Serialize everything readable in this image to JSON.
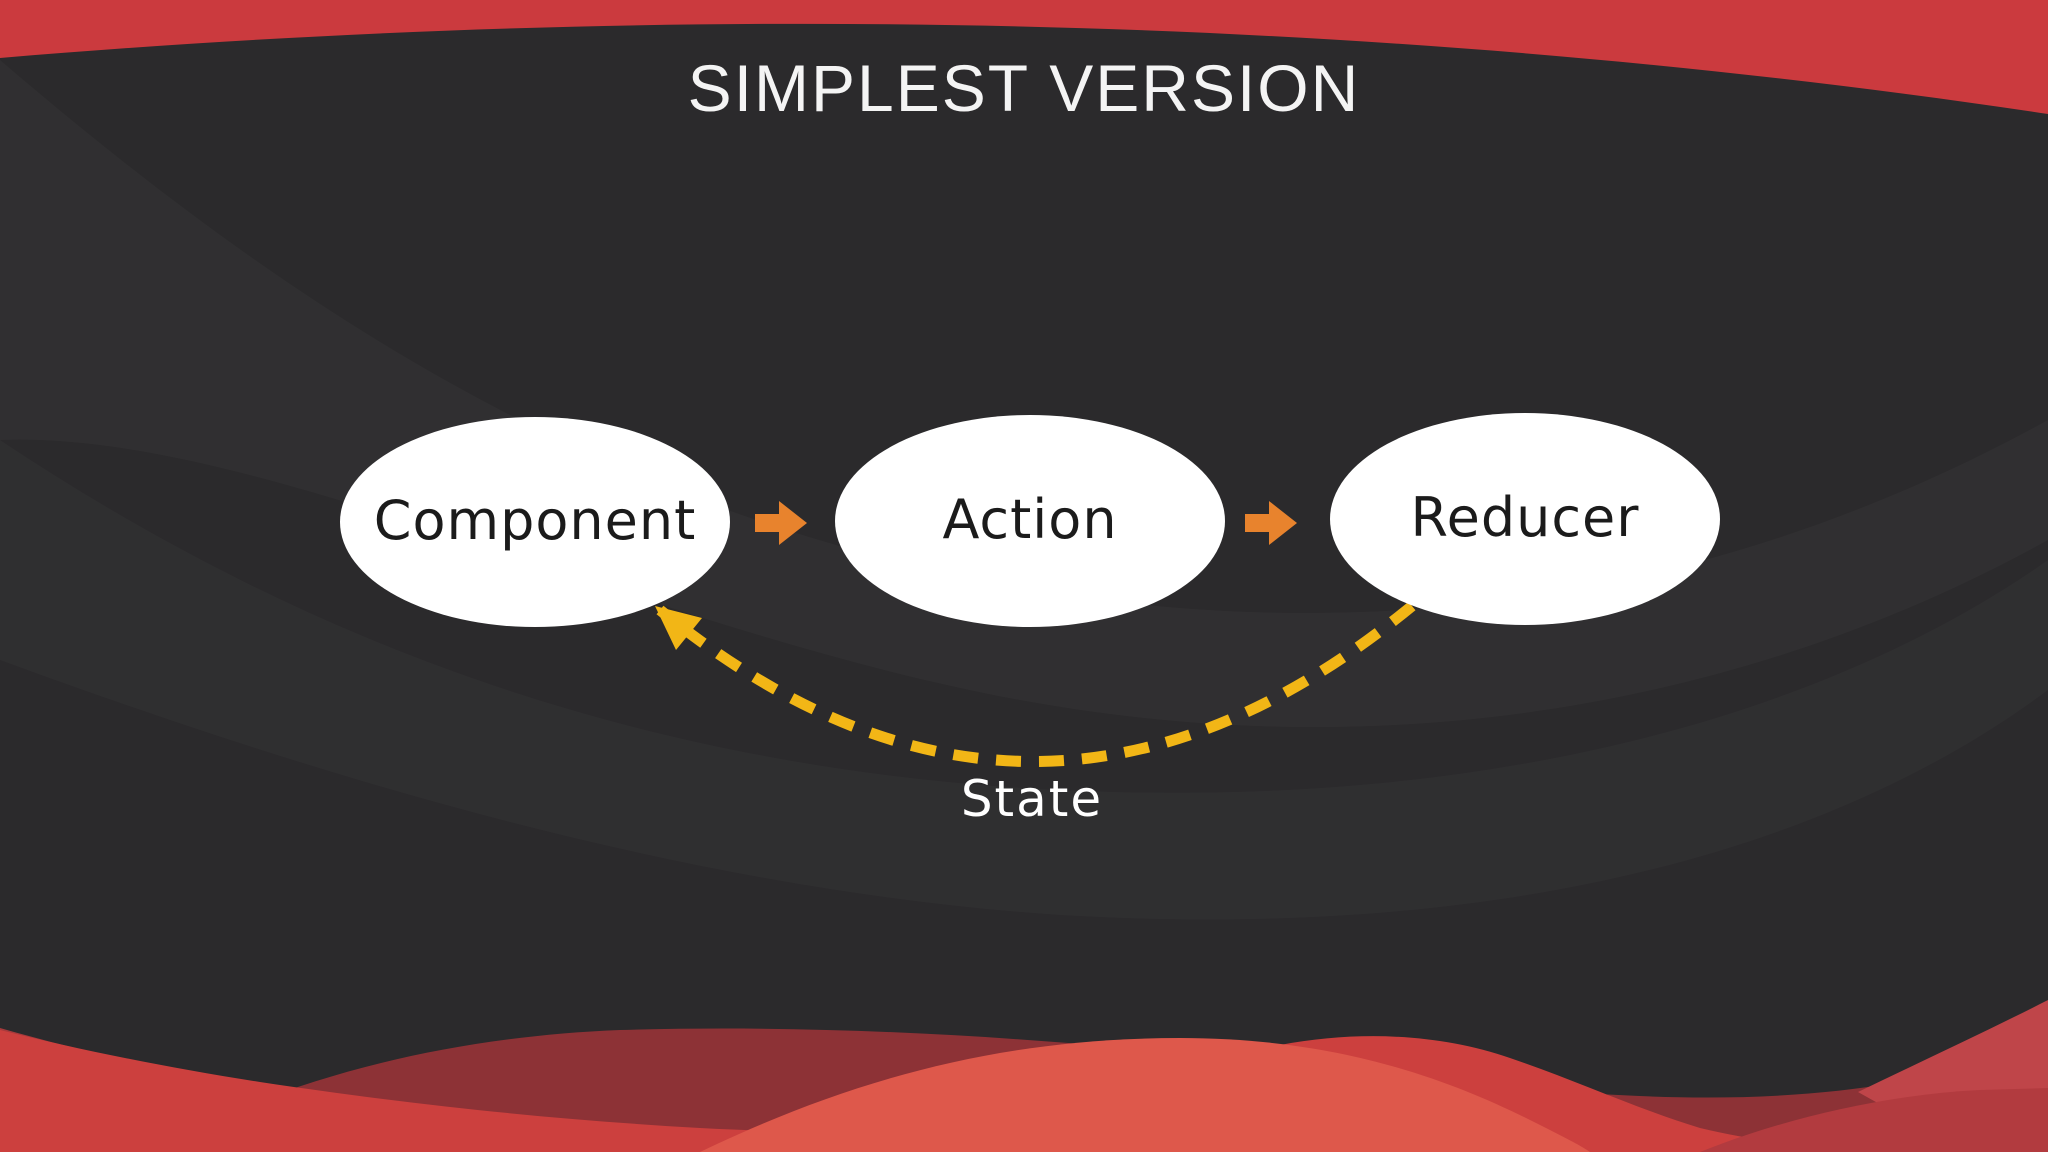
{
  "title": "SIMPLEST VERSION",
  "diagram": {
    "type": "flow",
    "nodes": [
      {
        "id": "component",
        "label": "Component",
        "shape": "ellipse",
        "fill": "#ffffff",
        "text_color": "#1b1b1b"
      },
      {
        "id": "action",
        "label": "Action",
        "shape": "ellipse",
        "fill": "#ffffff",
        "text_color": "#1b1b1b"
      },
      {
        "id": "reducer",
        "label": "Reducer",
        "shape": "ellipse",
        "fill": "#ffffff",
        "text_color": "#1b1b1b"
      }
    ],
    "edges": [
      {
        "from": "component",
        "to": "action",
        "style": "solid-block-arrow",
        "color": "#e8832d"
      },
      {
        "from": "action",
        "to": "reducer",
        "style": "solid-block-arrow",
        "color": "#e8832d"
      },
      {
        "from": "reducer",
        "to": "component",
        "style": "dashed-curve-arrow",
        "color": "#f2b616",
        "label": "State"
      }
    ],
    "state_edge_label": "State"
  },
  "colors": {
    "background": "#2b2a2c",
    "top_band_red": "#cb3a3e",
    "title_text": "#f4f4f4",
    "node_fill": "#ffffff",
    "node_text": "#1b1b1b",
    "arrow_orange": "#e8832d",
    "state_yellow": "#f2b616",
    "wave_maroon": "#8d3236",
    "wave_left_wedge": "#a83a3c",
    "wave_bottom_band": "#cc403e",
    "wave_salmon": "#de584b",
    "wave_right_wedge": "#bf4549",
    "wave_bottom_right": "#b23b3f"
  }
}
